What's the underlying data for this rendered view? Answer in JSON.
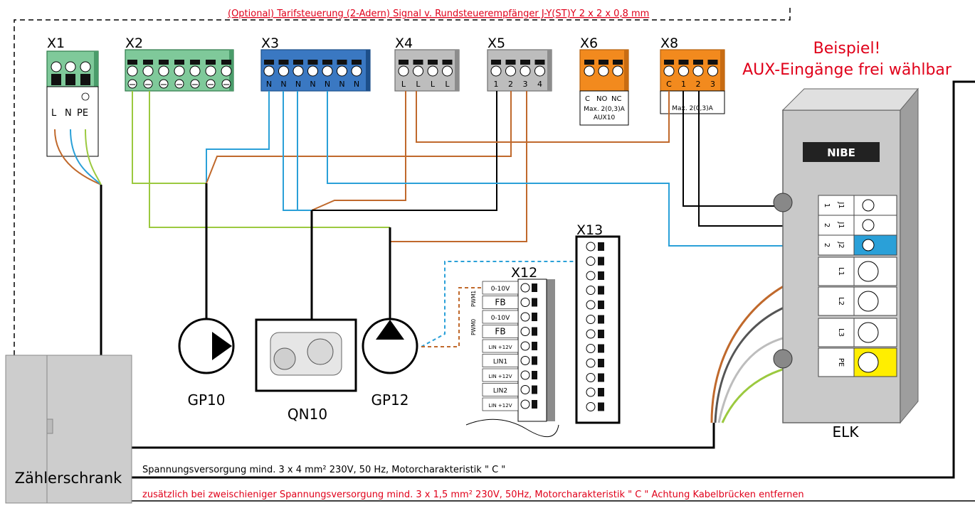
{
  "top_signal_note": "(Optional) Tarifsteuerung (2-Adern) Signal v. Rundsteuerempfänger J-Y(ST)Y 2 x 2 x 0,8 mm",
  "example_note": {
    "line1": "Beispiel!",
    "line2": "AUX-Eingänge frei wählbar"
  },
  "terminals": {
    "x1": {
      "name": "X1",
      "pins": [
        "L",
        "N",
        "PE"
      ]
    },
    "x2": {
      "name": "X2"
    },
    "x3": {
      "name": "X3",
      "pins": [
        "N",
        "N",
        "N",
        "N",
        "N",
        "N",
        "N"
      ]
    },
    "x4": {
      "name": "X4",
      "pins": [
        "L",
        "L",
        "L",
        "L"
      ]
    },
    "x5": {
      "name": "X5",
      "pins": [
        "1",
        "2",
        "3",
        "4"
      ]
    },
    "x6": {
      "name": "X6",
      "pins": [
        "C",
        "NO",
        "NC"
      ],
      "rating": "Max. 2(0,3)A",
      "aux": "AUX10"
    },
    "x8": {
      "name": "X8",
      "pins": [
        "C",
        "1",
        "2",
        "3"
      ],
      "rating": "Max. 2(0,3)A"
    },
    "x12": {
      "name": "X12",
      "pwm1": "PWM1",
      "pwm0": "PWM0",
      "rows": [
        "0-10V",
        "FB",
        "0-10V",
        "FB",
        "LIN +12V",
        "LIN1",
        "LIN +12V",
        "LIN2",
        "LIN +12V"
      ]
    },
    "x13": {
      "name": "X13"
    }
  },
  "components": {
    "gp10": "GP10",
    "qn10": "QN10",
    "gp12": "GP12",
    "elk": "ELK",
    "elk_brand": "NIBE",
    "elk_terminals": [
      "1",
      "J1",
      "2",
      "J1",
      "2",
      "J2",
      "L1",
      "L2",
      "L3",
      "PE"
    ],
    "cabinet": "Zählerschrank"
  },
  "notes": {
    "supply": "Spannungsversorgung mind. 3 x 4 mm² 230V, 50 Hz, Motorcharakteristik \" C \"",
    "supply_extra": "zusätzlich bei zweischieniger Spannungsversorgung mind. 3 x 1,5 mm² 230V, 50Hz, Motorcharakteristik \" C \" Achtung Kabelbrücken entfernen"
  },
  "colors": {
    "green": "#7fc99a",
    "blue": "#3a78c2",
    "grey": "#bdbdbd",
    "orange": "#f28a1e",
    "wire_brown": "#c0692c",
    "wire_blue": "#2aa0d8",
    "wire_green": "#9bc93f",
    "red_text": "#e0001a"
  }
}
